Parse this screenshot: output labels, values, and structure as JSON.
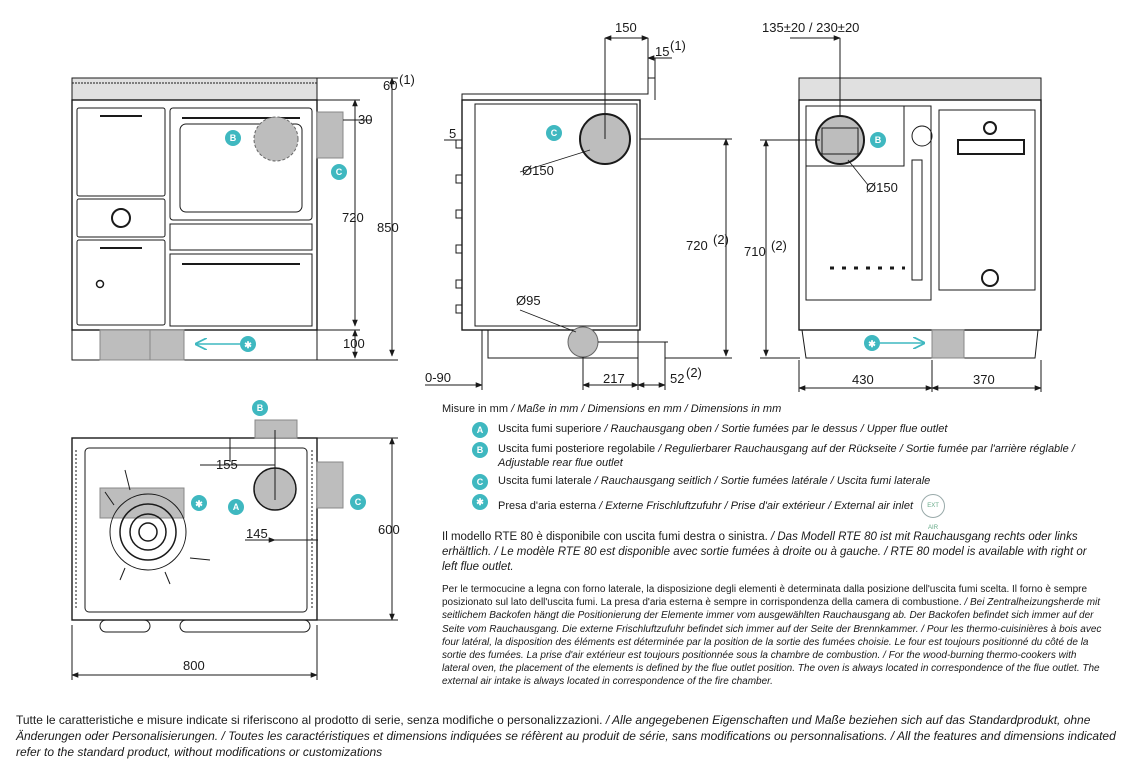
{
  "dimensions": {
    "front": {
      "overflow_top": "60",
      "overflow_top_sup": "(1)",
      "flue_offset": "30",
      "firebox_height": "720",
      "total_height": "850",
      "plinth_height": "100"
    },
    "side": {
      "depth_top": "150",
      "flue_offset": "15",
      "flue_offset_sup": "(1)",
      "top_step": "5",
      "flue_diameter": "Ø150",
      "flue_height": "720",
      "flue_height_sup": "(2)",
      "air_diameter": "Ø95",
      "depth_range": "0-90",
      "air_depth": "217",
      "air_offset": "52",
      "air_offset_sup": "(2)"
    },
    "back": {
      "flue_position": "135±20 / 230±20",
      "flue_diameter": "Ø150",
      "flue_height": "710",
      "flue_height_sup": "(2)",
      "left_width": "430",
      "right_width": "370"
    },
    "top": {
      "flue_offset_y": "155",
      "flue_offset_x": "145",
      "depth": "600",
      "width": "800"
    }
  },
  "badges": {
    "a": "A",
    "b": "B",
    "c": "C",
    "air": "✱"
  },
  "legend": {
    "units": {
      "it": "Misure in mm",
      "rest": " / Maße in mm / Dimensions en mm / Dimensions in mm"
    },
    "items": [
      {
        "badge": "A",
        "it": "Uscita fumi superiore",
        "rest": " / Rauchausgang oben / Sortie fumées par le dessus / Upper flue outlet"
      },
      {
        "badge": "B",
        "it": "Uscita fumi posteriore regolabile",
        "rest": " / Regulierbarer Rauchausgang auf der Rückseite / Sortie fumée par l'arrière réglable / Adjustable rear flue outlet"
      },
      {
        "badge": "C",
        "it": "Uscita fumi laterale",
        "rest": " / Rauchausgang seitlich / Sortie fumées latérale / Uscita fumi laterale"
      },
      {
        "badge": "✱",
        "it": "Presa d'aria esterna",
        "rest": " / Externe Frischluftzufuhr / Prise d'air extérieur / External air inlet"
      }
    ],
    "air_icon_label": "EXT AIR",
    "para1_it": "Il modello RTE 80 è disponibile con uscita fumi destra o sinistra.",
    "para1_rest": " / Das Modell RTE 80 ist mit Rauchausgang rechts oder links erhältlich. / Le modèle RTE 80 est disponible avec sortie fumées à droite ou à gauche. / RTE 80 model is available with right or left flue outlet.",
    "para2_it": "Per le termocucine a legna con forno laterale, la disposizione degli elementi è determinata dalla posizione dell'uscita fumi scelta. Il forno è sempre posizionato sul lato dell'uscita fumi. La presa d'aria esterna è sempre in corrispondenza della camera di combustione.",
    "para2_rest": " / Bei Zentralheizungsherde mit seitlichem Backofen hängt die Positionierung der Elemente immer vom ausgewählten Rauchausgang ab. Der Backofen befindet sich immer auf der Seite vom Rauchausgang. Die externe Frischluftzufuhr befindet sich immer auf der Seite der Brennkammer. / Pour les thermo-cuisinières à bois avec four latéral, la disposition des éléments est déterminée par la position de la sortie des fumées choisie. Le four est toujours positionné du côté de la sortie des fumées. La prise d'air extérieur est toujours positionnée sous la chambre de combustion. / For the wood-burning thermo-cookers with lateral oven, the placement of the elements is defined by the flue outlet position. The oven is always located in correspondence of the flue outlet. The external air intake is always located in correspondence of the fire chamber."
  },
  "footnote": {
    "it": "Tutte le caratteristiche e misure indicate si riferiscono al prodotto di serie, senza modifiche o personalizzazioni.",
    "rest": " / Alle angegebenen Eigenschaften und Maße beziehen sich auf das Standardprodukt, ohne Änderungen oder Personalisierungen. / Toutes les caractéristiques et dimensions indiquées se réfèrent au produit de série, sans modifications ou personnalisations. / All the features and dimensions indicated refer to the standard product, without modifications or customizations"
  },
  "colors": {
    "accent": "#3fb8c0",
    "grey_fill": "#bdbdbd",
    "line": "#1a1a1a"
  }
}
